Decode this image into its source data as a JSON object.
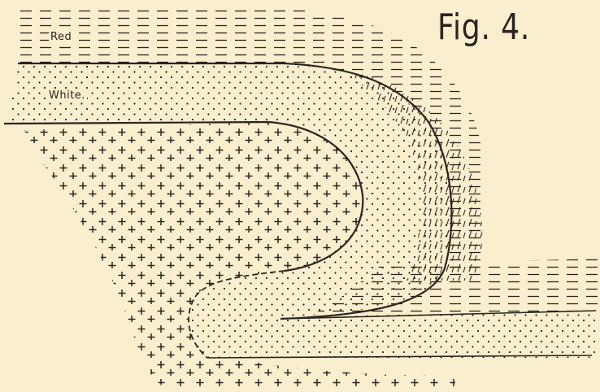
{
  "figure": {
    "title": "Fig. 4.",
    "labels": {
      "red": "Red",
      "white": "White."
    }
  },
  "legend_symbols": {
    "red_layer": "dashes",
    "white_layer": "dots",
    "core": "crosses"
  },
  "colors": {
    "paper": "#f9efcf",
    "ink": "#2a2520"
  }
}
